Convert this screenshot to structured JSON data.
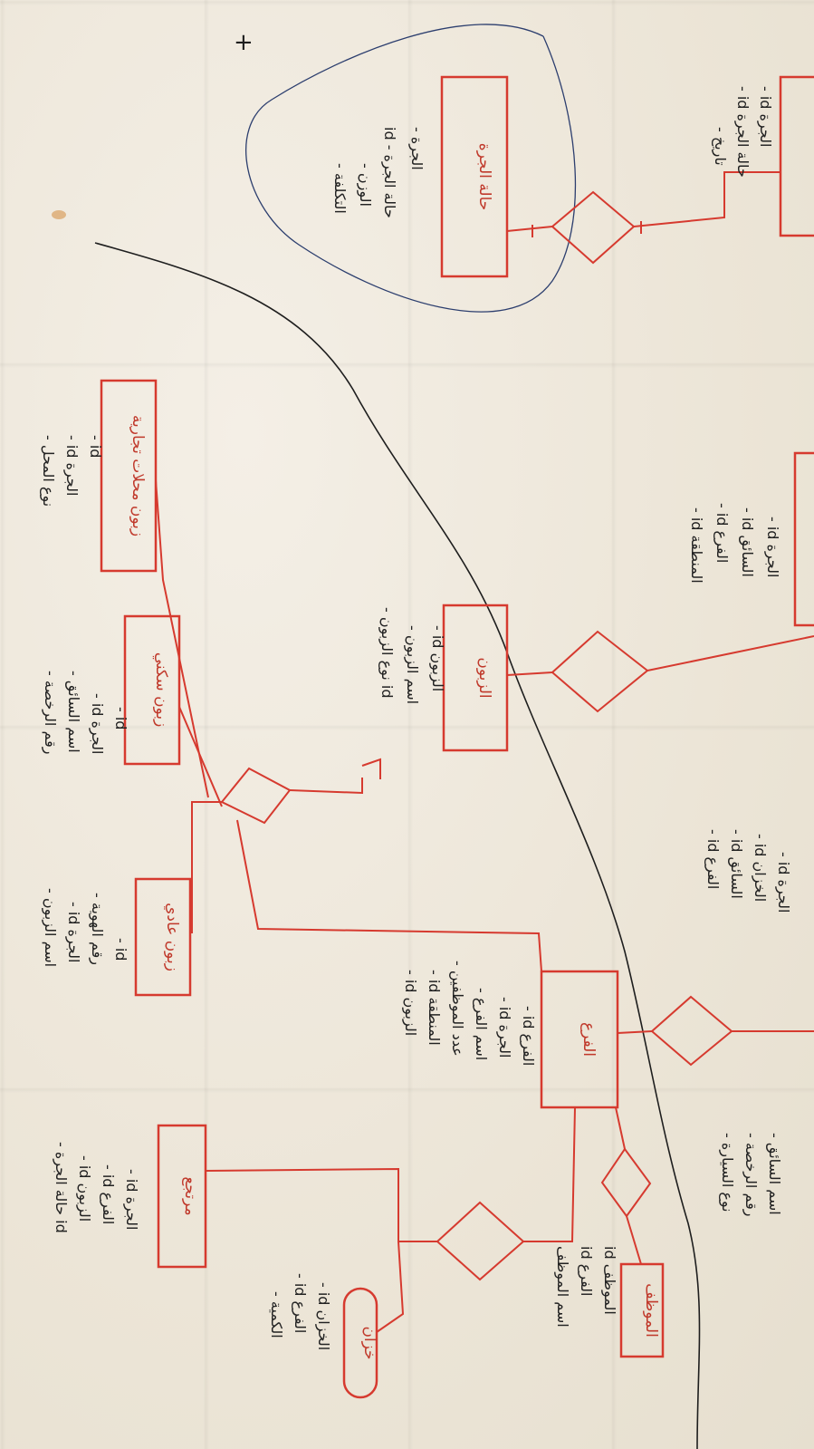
{
  "entities": {
    "status": "حالة الجرة",
    "customer": "الزبون",
    "commercial": "زبون محلات تجارية",
    "home": "زبون سكني",
    "regular": "زبون عادي",
    "branch": "الفرع",
    "employee": "الموظف",
    "returned": "مرتجع",
    "tank": "خزان"
  },
  "attributes": {
    "status": [
      "- الجرة",
      "id - حالة الجرة",
      "- الوزن",
      "- التكلفة"
    ],
    "top_right": [
      "- id الجرة",
      "- id حالة الجرة",
      "- تاريخ"
    ],
    "customer": [
      "- id الزبون",
      "- اسم الزبون",
      "- نوع الزبون id"
    ],
    "commercial": [
      "- id",
      "- id الجرة",
      "- نوع المحل"
    ],
    "home": [
      "- id",
      "- id الجرة",
      "- اسم السائق",
      "- رقم الرخصة"
    ],
    "regular": [
      "- id",
      "- رقم الهوية",
      "- id الجرة",
      "- اسم الزبون"
    ],
    "branch": [
      "- id الفرع",
      "- id الجرة",
      "- اسم الفرع",
      "- عدد الموظفين",
      "- id المنطقة",
      "- id الزبون"
    ],
    "employee": [
      "id الموظف",
      "id الفرع",
      "اسم الموظف"
    ],
    "returned": [
      "- id الجرة",
      "- id الفرع",
      "- id الزبون",
      "- حالة الجرة id"
    ],
    "tank": [
      "- id الخزان",
      "- id الفرع",
      "- الكمية"
    ],
    "mid_right_1": [
      "- id الجرة",
      "- id السائق",
      "- id الفرع",
      "- id المنطقة"
    ],
    "mid_right_2": [
      "- id الجرة",
      "- id الخزان",
      "- id السائق",
      "- id الفرع"
    ],
    "bottom_right": [
      "- اسم السائق",
      "- رقم الرخصة",
      "- نوع السيارة"
    ]
  },
  "marks": {
    "corner": "+"
  },
  "colors": {
    "ink_red": "#d63a2f",
    "ink_blue": "#2c3e6e",
    "ink_black": "#1e1e1e",
    "paper": "#efe9dd"
  }
}
